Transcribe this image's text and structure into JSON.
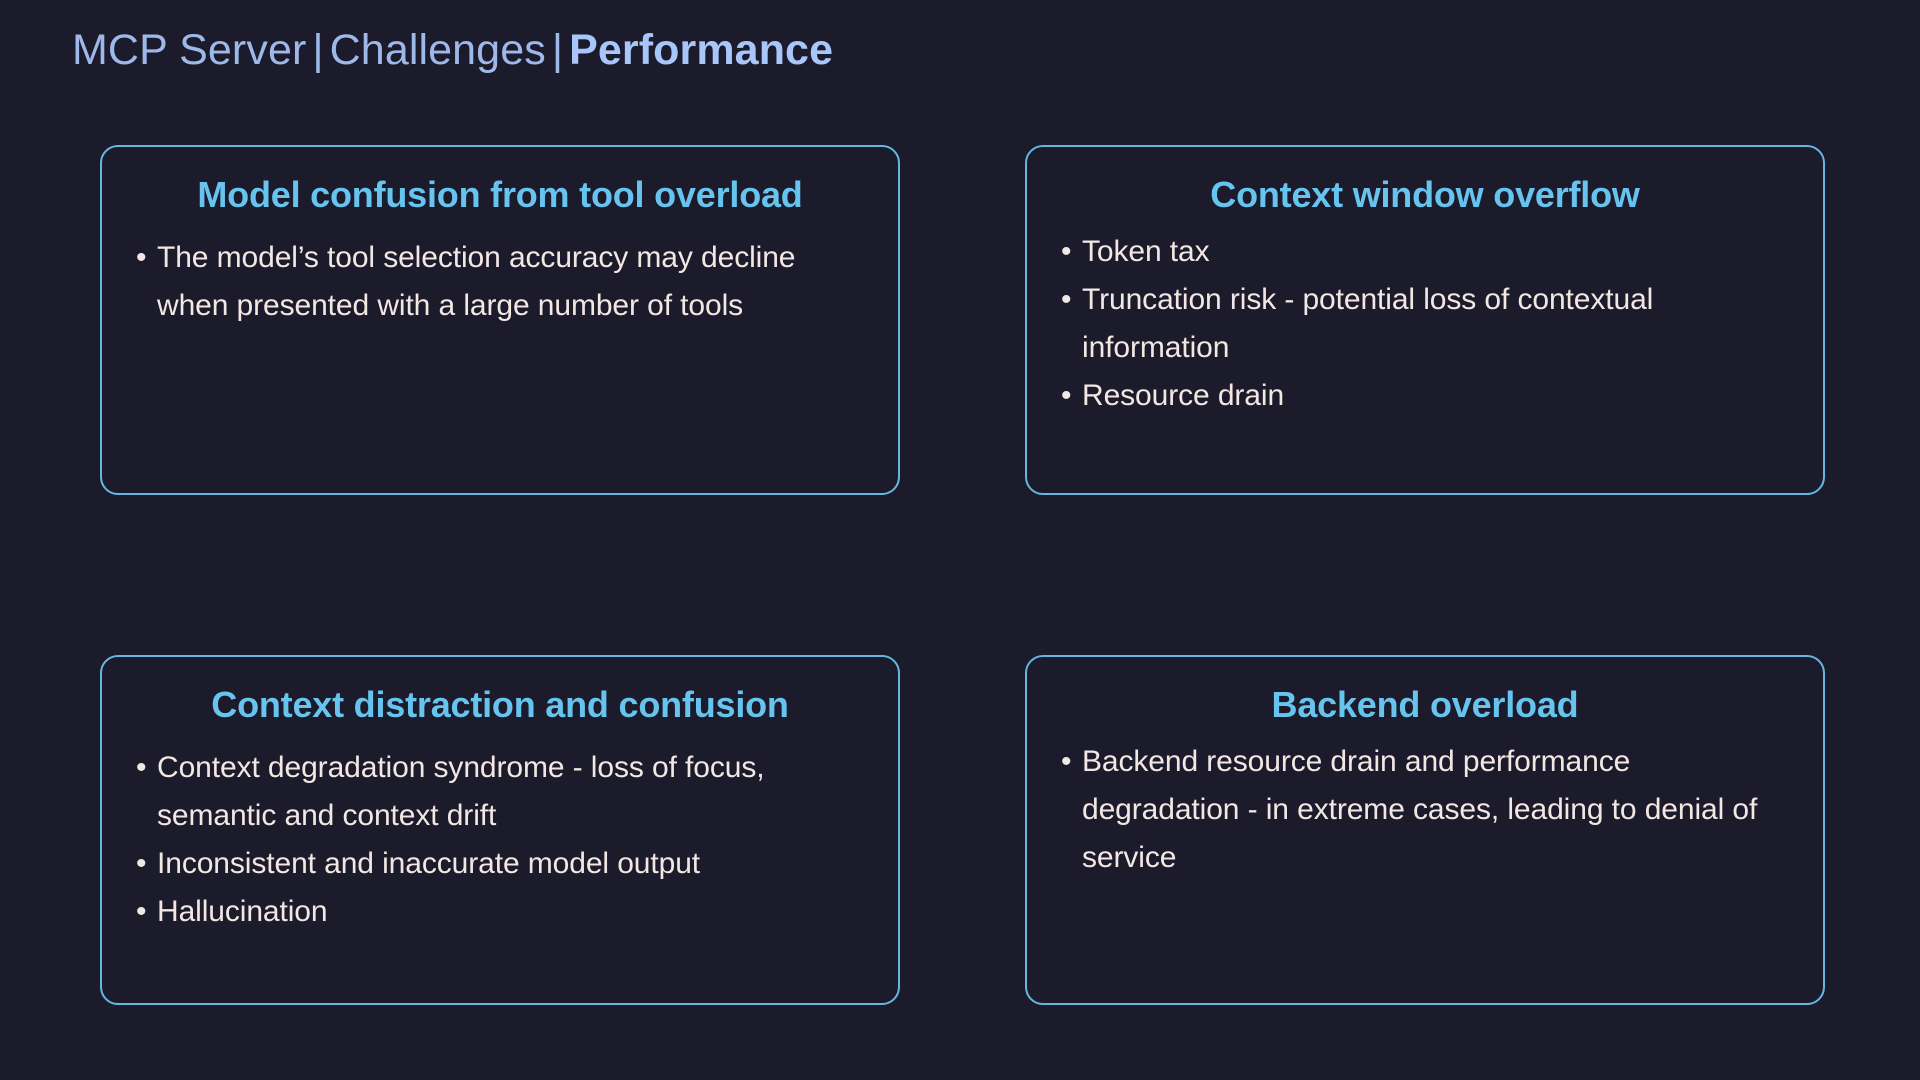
{
  "header": {
    "part1": "MCP Server",
    "separator1": "|",
    "part2": "Challenges",
    "separator2": "|",
    "part3": "Performance"
  },
  "theme": {
    "background": "#1b1b2b",
    "card_border": "#63b8e0",
    "card_title": "#66c4ef",
    "body_text": "#f3e7e4",
    "header_text": "#9fb8ea",
    "header_accent": "#a9c6fb",
    "bullet_glyph": "•"
  },
  "cards": [
    {
      "title": "Model confusion from tool overload",
      "bullets": [
        "The model’s tool selection accuracy may decline when presented with a large number of tools"
      ]
    },
    {
      "title": "Context window overflow",
      "bullets": [
        "Token tax",
        "Truncation risk - potential loss of contextual information",
        "Resource drain"
      ]
    },
    {
      "title": "Context distraction and confusion",
      "bullets": [
        "Context degradation syndrome - loss of focus, semantic and context drift",
        "Inconsistent and inaccurate model output",
        "Hallucination"
      ]
    },
    {
      "title": "Backend overload",
      "bullets": [
        "Backend resource drain and performance degradation - in extreme cases, leading to denial of service"
      ]
    }
  ]
}
